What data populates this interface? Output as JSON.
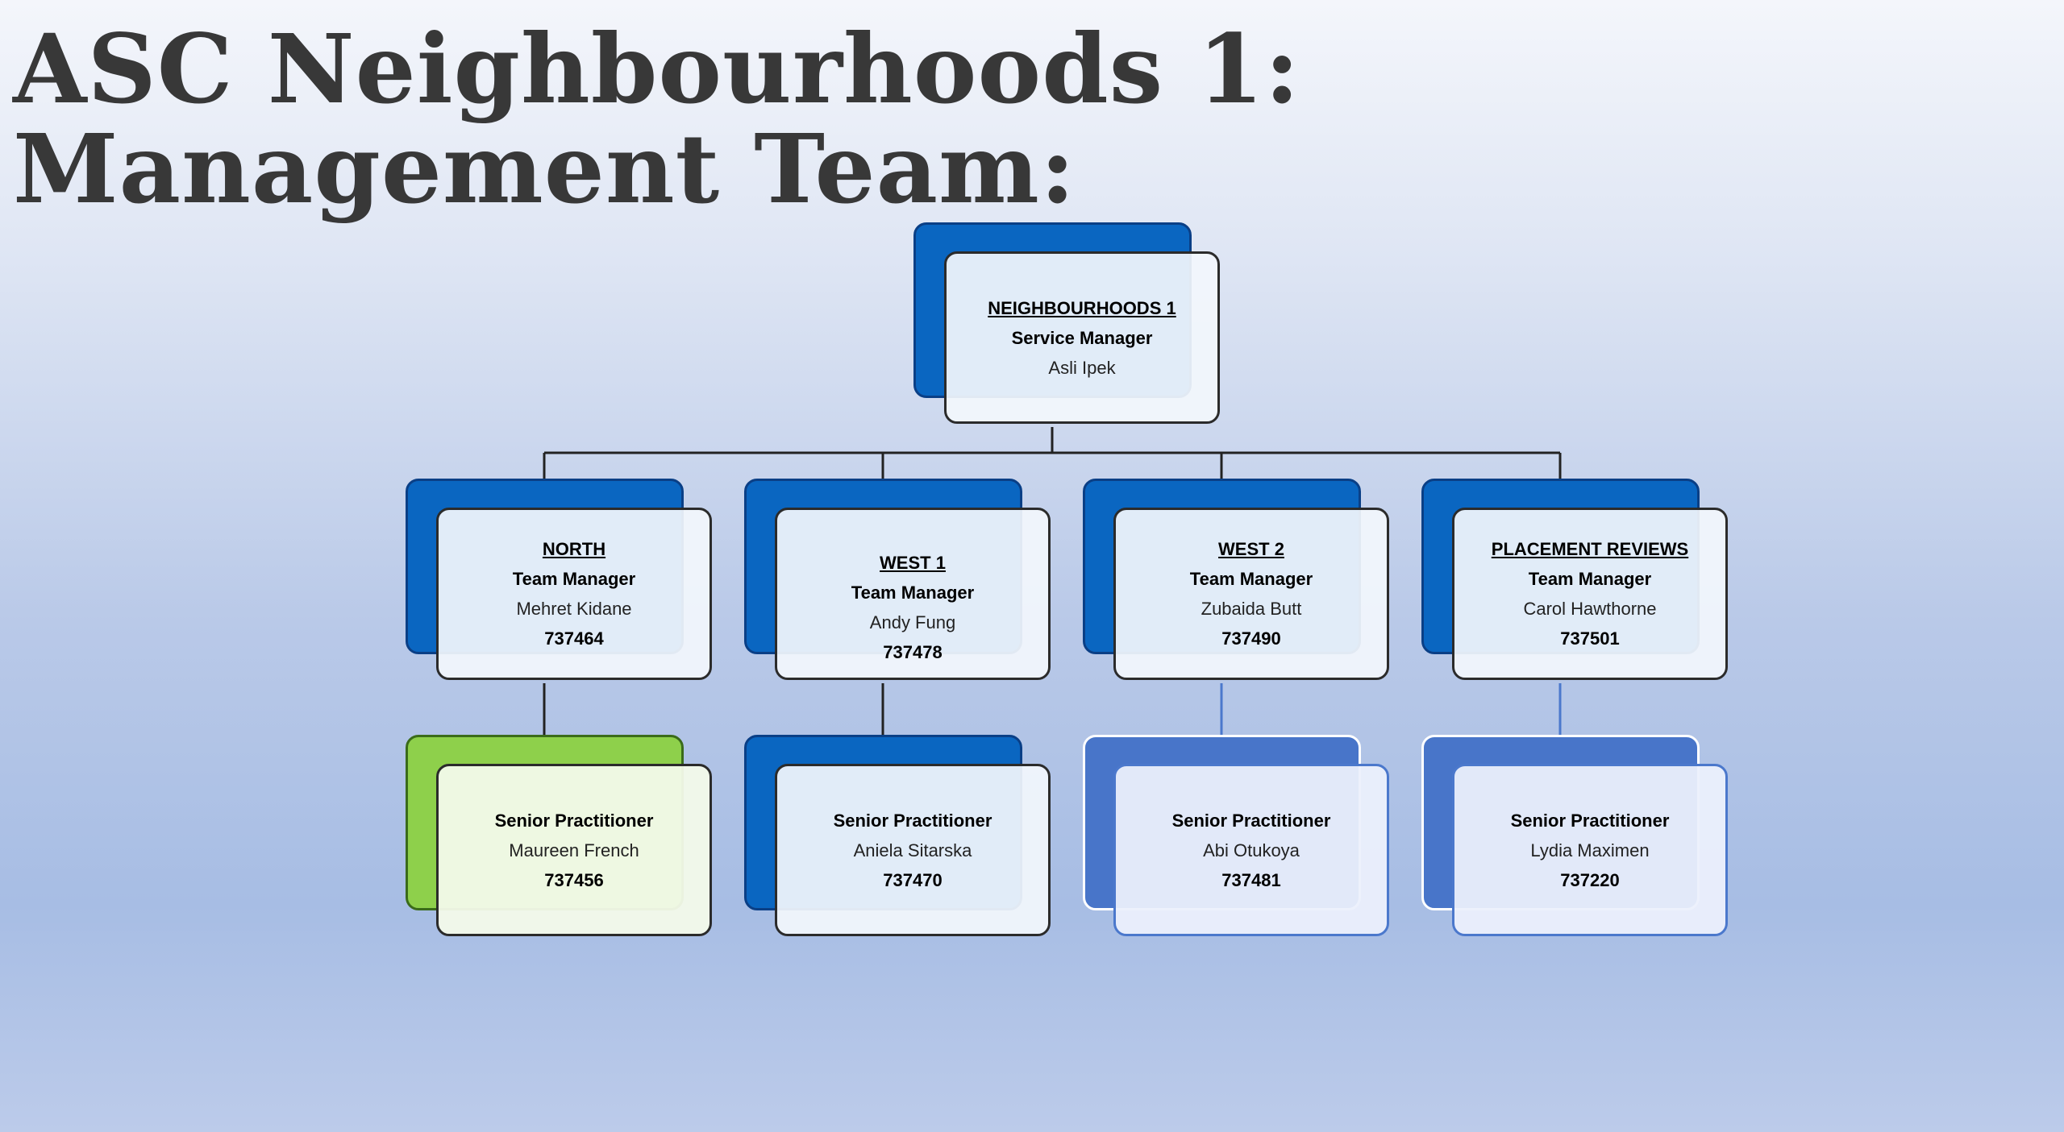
{
  "title": "ASC Neighbourhoods 1: Management Team:",
  "top": {
    "name": "NEIGHBOURHOODS 1",
    "role": "Service Manager",
    "person": "Asli Ipek"
  },
  "teams": [
    {
      "name": "NORTH",
      "role": "Team Manager",
      "person": "Mehret Kidane",
      "code": "737464",
      "sub": {
        "role": "Senior Practitioner",
        "person": "Maureen French",
        "code": "737456"
      }
    },
    {
      "name": "WEST 1",
      "role": "Team Manager",
      "person": "Andy Fung",
      "code": "737478",
      "sub": {
        "role": "Senior Practitioner",
        "person": "Aniela Sitarska",
        "code": "737470"
      }
    },
    {
      "name": "WEST 2",
      "role": "Team Manager",
      "person": "Zubaida Butt",
      "code": "737490",
      "sub": {
        "role": "Senior Practitioner",
        "person": "Abi Otukoya",
        "code": "737481"
      }
    },
    {
      "name": "PLACEMENT REVIEWS",
      "role": "Team Manager",
      "person": "Carol Hawthorne",
      "code": "737501",
      "sub": {
        "role": "Senior Practitioner",
        "person": "Lydia Maximen",
        "code": "737220"
      }
    }
  ],
  "colors": {
    "dark_blue": "#0a66c1",
    "green": "#8ed04b",
    "light_blue": "#4875c9",
    "title": "#383838"
  }
}
